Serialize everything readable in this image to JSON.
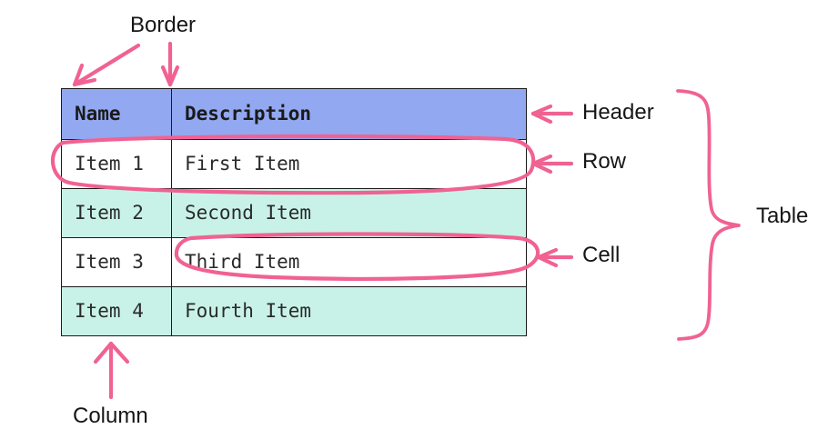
{
  "diagram": {
    "title": "HTML table anatomy diagram",
    "accent_color": "#f06292",
    "header_bg": "#92a8f0",
    "stripe_bg": "#c8f2e8",
    "plain_bg": "#ffffff",
    "border_color": "#1a1a1a",
    "text_color": "#161616"
  },
  "table": {
    "columns": [
      "Name",
      "Description"
    ],
    "rows": [
      {
        "name": "Item 1",
        "description": "First Item"
      },
      {
        "name": "Item 2",
        "description": "Second Item"
      },
      {
        "name": "Item 3",
        "description": "Third Item"
      },
      {
        "name": "Item 4",
        "description": "Fourth Item"
      }
    ]
  },
  "annotations": {
    "border": "Border",
    "header": "Header",
    "row": "Row",
    "cell": "Cell",
    "table": "Table",
    "column": "Column"
  }
}
